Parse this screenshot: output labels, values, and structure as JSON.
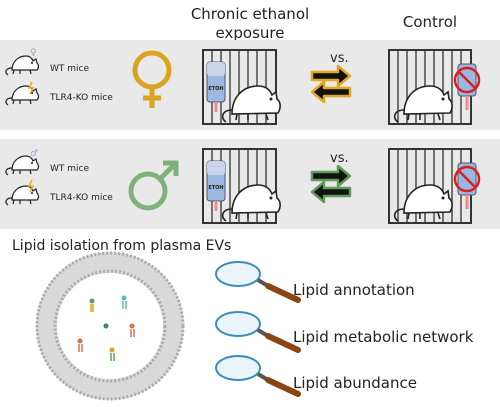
{
  "header": {
    "chronic_line1": "Chronic ethanol",
    "chronic_line2": "exposure",
    "control": "Control"
  },
  "panel_female": {
    "wt": "WT mice",
    "ko": "TLR4-KO mice",
    "vs": "vs.",
    "bottle_label": "ETOH"
  },
  "panel_male": {
    "wt": "WT mice",
    "ko": "TLR4-KO mice",
    "vs": "vs.",
    "bottle_label": "ETOH"
  },
  "lipid": {
    "title": "Lipid isolation from plasma EVs",
    "items": [
      {
        "label": "Lipid annotation"
      },
      {
        "label": "Lipid metabolic network"
      },
      {
        "label": "Lipid abundance"
      }
    ]
  },
  "colors": {
    "panel_bg": "#e9e9e9",
    "female": "#d9a521",
    "male": "#7fb27a",
    "arrow_female_outline": "#e0a81f",
    "arrow_male_outline": "#5e9c5a",
    "ethanol_liquid": "#f08b8b",
    "no_sign": "#d92020",
    "glass": "#3d8bb8",
    "handle": "#8b4513"
  }
}
